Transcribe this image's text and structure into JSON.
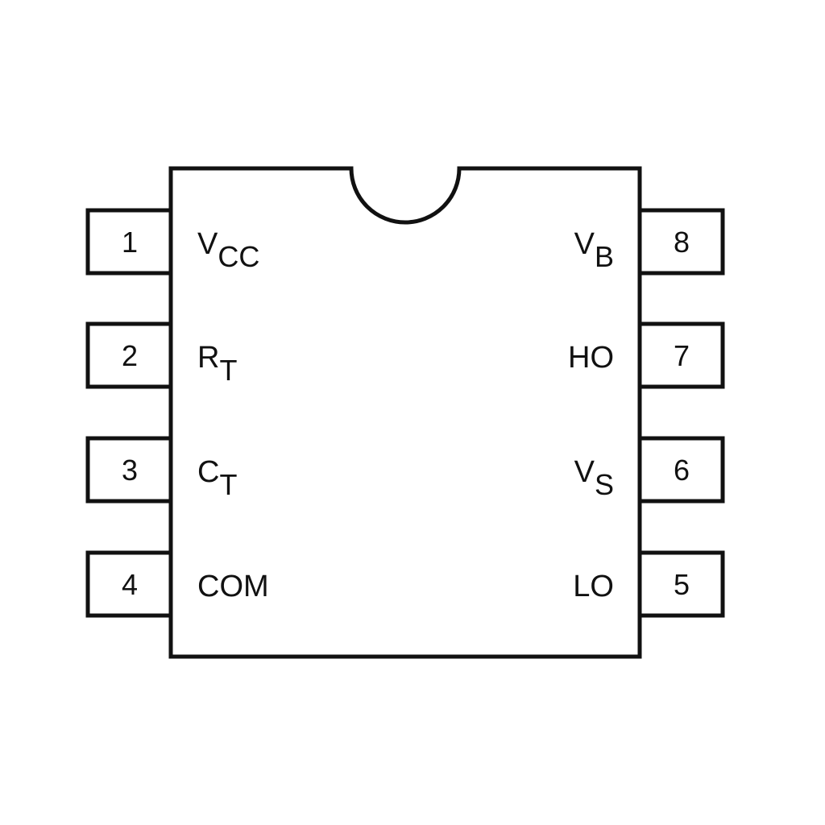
{
  "diagram": {
    "type": "ic-pinout-dip8",
    "left_pins": [
      {
        "number": "1",
        "label": "V",
        "sub": "CC"
      },
      {
        "number": "2",
        "label": "R",
        "sub": "T"
      },
      {
        "number": "3",
        "label": "C",
        "sub": "T"
      },
      {
        "number": "4",
        "label": "COM",
        "sub": ""
      }
    ],
    "right_pins": [
      {
        "number": "8",
        "label": "V",
        "sub": "B"
      },
      {
        "number": "7",
        "label": "HO",
        "sub": ""
      },
      {
        "number": "6",
        "label": "V",
        "sub": "S"
      },
      {
        "number": "5",
        "label": "LO",
        "sub": ""
      }
    ]
  }
}
